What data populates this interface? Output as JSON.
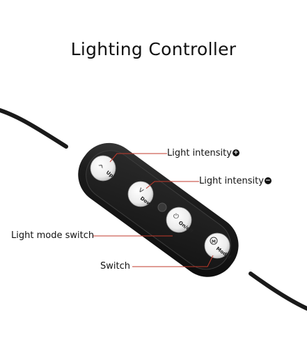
{
  "title": "Lighting Controller",
  "callouts": {
    "intensity_up": "Light intensity",
    "intensity_up_sign": "+",
    "intensity_down": "Light intensity",
    "intensity_down_sign": "−",
    "mode_switch": "Light mode switch",
    "power_switch": "Switch"
  },
  "buttons": {
    "up": {
      "glyph": "^",
      "label": "Up"
    },
    "down": {
      "glyph": "v",
      "label": "Down"
    },
    "power": {
      "glyph": "⏻",
      "label": "On/off"
    },
    "mode": {
      "glyph": "M",
      "label": "Model"
    }
  },
  "colors": {
    "leader_line": "#c0392b",
    "body": "#1b1b1b",
    "button": "#f2f2f2"
  }
}
